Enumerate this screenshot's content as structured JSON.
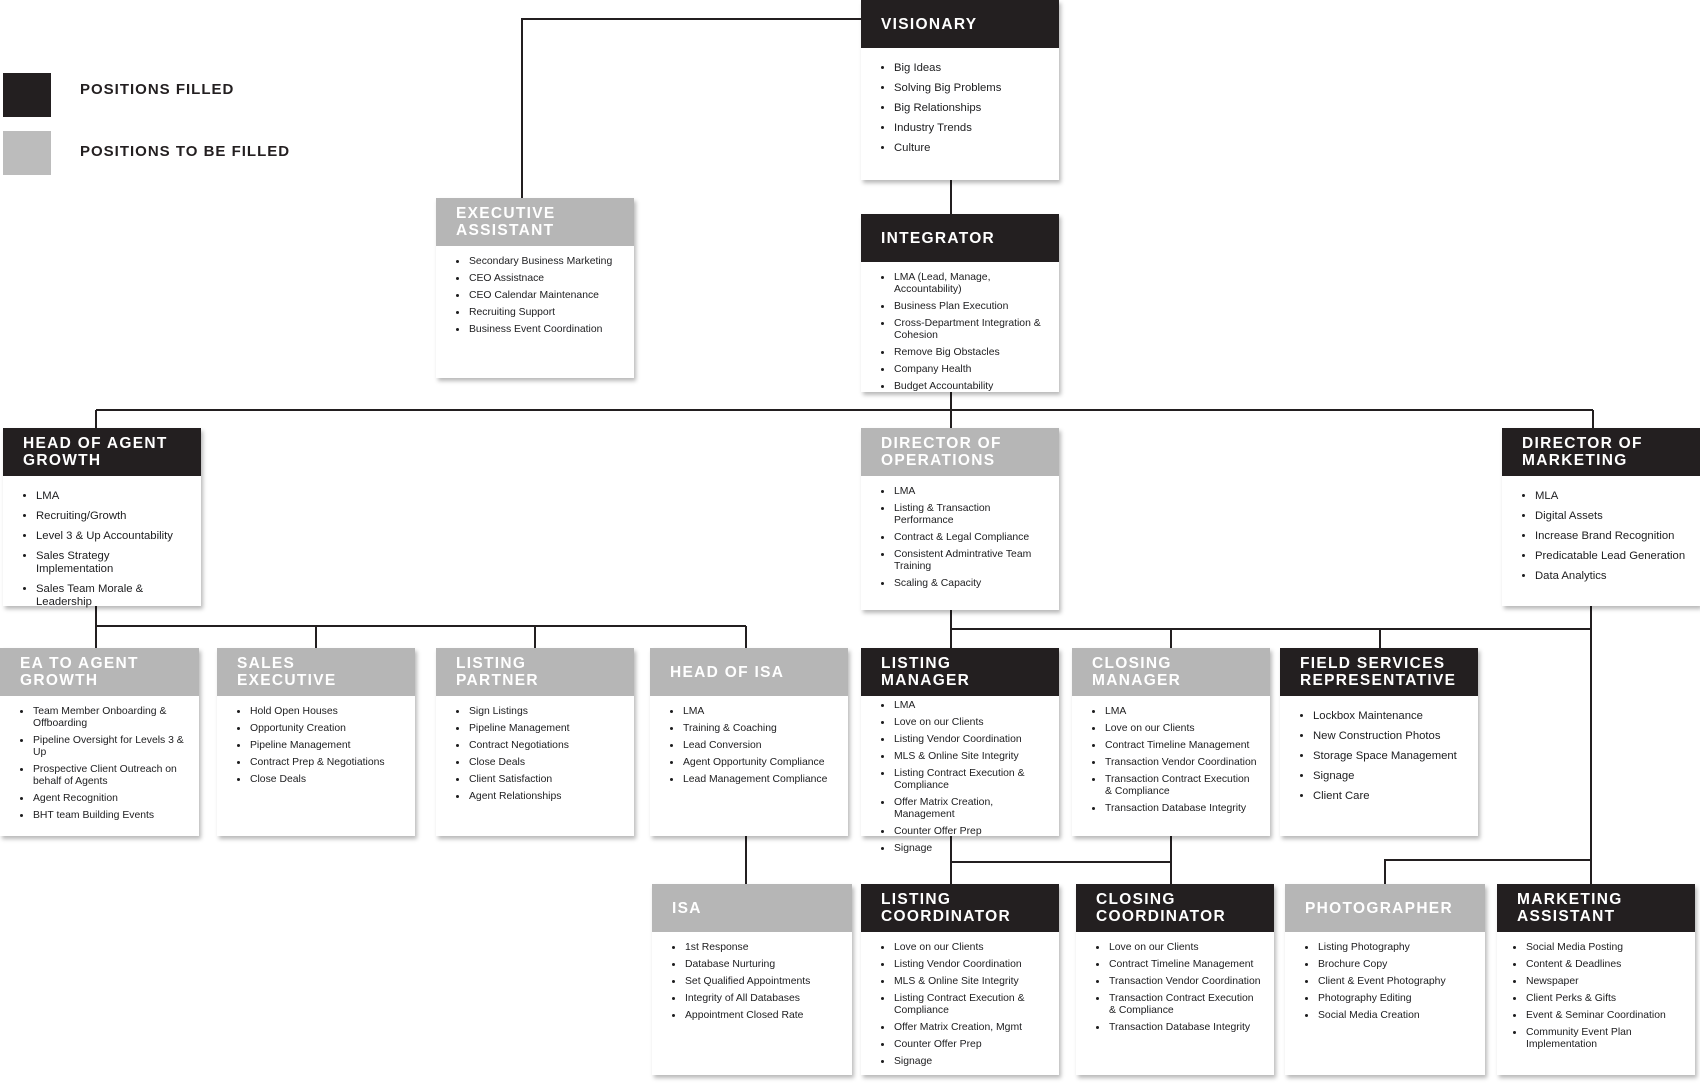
{
  "legend": {
    "filled_label": "POSITIONS FILLED",
    "tofill_label": "POSITIONS TO BE FILLED"
  },
  "colors": {
    "filled": "#231f20",
    "to_be_filled": "#b6b6b6",
    "line": "#231f20"
  },
  "cards": [
    {
      "id": "visionary",
      "title": "VISIONARY",
      "status": "filled",
      "items": [
        "Big Ideas",
        "Solving Big Problems",
        "Big Relationships",
        "Industry Trends",
        "Culture"
      ]
    },
    {
      "id": "executive-assistant",
      "title": "EXECUTIVE ASSISTANT",
      "status": "to_be_filled",
      "items": [
        "Secondary Business Marketing",
        "CEO Assistnace",
        "CEO Calendar Maintenance",
        "Recruiting Support",
        "Business Event Coordination"
      ]
    },
    {
      "id": "integrator",
      "title": "INTEGRATOR",
      "status": "filled",
      "items": [
        "LMA (Lead, Manage, Accountability)",
        "Business Plan Execution",
        "Cross-Department Integration & Cohesion",
        "Remove Big Obstacles",
        "Company Health",
        "Budget Accountability"
      ]
    },
    {
      "id": "head-of-agent-growth",
      "title": "HEAD OF AGENT GROWTH",
      "status": "filled",
      "items": [
        "LMA",
        "Recruiting/Growth",
        "Level 3 & Up Accountability",
        "Sales Strategy Implementation",
        "Sales Team Morale & Leadership"
      ]
    },
    {
      "id": "director-of-operations",
      "title": "DIRECTOR OF OPERATIONS",
      "status": "to_be_filled",
      "items": [
        "LMA",
        "Listing & Transaction Performance",
        "Contract & Legal Compliance",
        "Consistent Admintrative Team Training",
        "Scaling & Capacity"
      ]
    },
    {
      "id": "director-of-marketing",
      "title": "DIRECTOR OF MARKETING",
      "status": "filled",
      "items": [
        "MLA",
        "Digital Assets",
        "Increase Brand Recognition",
        "Predicatable Lead Generation",
        "Data Analytics"
      ]
    },
    {
      "id": "ea-to-agent-growth",
      "title": "EA TO AGENT GROWTH",
      "status": "to_be_filled",
      "items": [
        "Team Member Onboarding & Offboarding",
        "Pipeline Oversight for Levels 3 & Up",
        "Prospective Client Outreach on behalf of Agents",
        "Agent Recognition",
        "BHT team Building Events"
      ]
    },
    {
      "id": "sales-executive",
      "title": "SALES EXECUTIVE",
      "status": "to_be_filled",
      "items": [
        "Hold Open Houses",
        "Opportunity Creation",
        "Pipeline Management",
        "Contract Prep & Negotiations",
        "Close Deals"
      ]
    },
    {
      "id": "listing-partner",
      "title": "LISTING PARTNER",
      "status": "to_be_filled",
      "items": [
        "Sign Listings",
        "Pipeline Management",
        "Contract Negotiations",
        "Close Deals",
        "Client Satisfaction",
        "Agent Relationships"
      ]
    },
    {
      "id": "head-of-isa",
      "title": "HEAD OF ISA",
      "status": "to_be_filled",
      "items": [
        "LMA",
        "Training & Coaching",
        "Lead Conversion",
        "Agent Opportunity Compliance",
        "Lead Management Compliance"
      ]
    },
    {
      "id": "listing-manager",
      "title": "LISTING MANAGER",
      "status": "filled",
      "items": [
        "LMA",
        "Love on our Clients",
        "Listing Vendor Coordination",
        "MLS & Online Site Integrity",
        "Listing Contract Execution & Compliance",
        "Offer Matrix Creation, Management",
        "Counter Offer Prep",
        "Signage"
      ]
    },
    {
      "id": "closing-manager",
      "title": "CLOSING MANAGER",
      "status": "to_be_filled",
      "items": [
        "LMA",
        "Love on our Clients",
        "Contract Timeline Management",
        "Transaction Vendor Coordination",
        "Transaction Contract Execution & Compliance",
        "Transaction Database Integrity"
      ]
    },
    {
      "id": "field-services-representative",
      "title": "FIELD SERVICES REPRESENTATIVE",
      "status": "filled",
      "items": [
        "Lockbox Maintenance",
        "New Construction Photos",
        "Storage Space Management",
        "Signage",
        "Client Care"
      ]
    },
    {
      "id": "isa",
      "title": "ISA",
      "status": "to_be_filled",
      "items": [
        "1st Response",
        "Database Nurturing",
        "Set Qualified Appointments",
        "Integrity of All Databases",
        "Appointment Closed Rate"
      ]
    },
    {
      "id": "listing-coordinator",
      "title": "LISTING COORDINATOR",
      "status": "filled",
      "items": [
        "Love on our Clients",
        "Listing Vendor Coordination",
        "MLS & Online Site Integrity",
        "Listing Contract Execution & Compliance",
        "Offer Matrix Creation, Mgmt",
        "Counter Offer Prep",
        "Signage"
      ]
    },
    {
      "id": "closing-coordinator",
      "title": "CLOSING COORDINATOR",
      "status": "filled",
      "items": [
        "Love on our Clients",
        "Contract Timeline Management",
        "Transaction Vendor Coordination",
        "Transaction Contract Execution & Compliance",
        "Transaction Database Integrity"
      ]
    },
    {
      "id": "photographer",
      "title": "PHOTOGRAPHER",
      "status": "to_be_filled",
      "items": [
        "Listing Photography",
        "Brochure Copy",
        "Client & Event Photography",
        "Photography Editing",
        "Social Media Creation"
      ]
    },
    {
      "id": "marketing-assistant",
      "title": "MARKETING ASSISTANT",
      "status": "filled",
      "items": [
        "Social Media Posting",
        "Content & Deadlines",
        "Newspaper",
        "Client Perks & Gifts",
        "Event & Seminar Coordination",
        "Community Event Plan Implementation"
      ]
    }
  ]
}
